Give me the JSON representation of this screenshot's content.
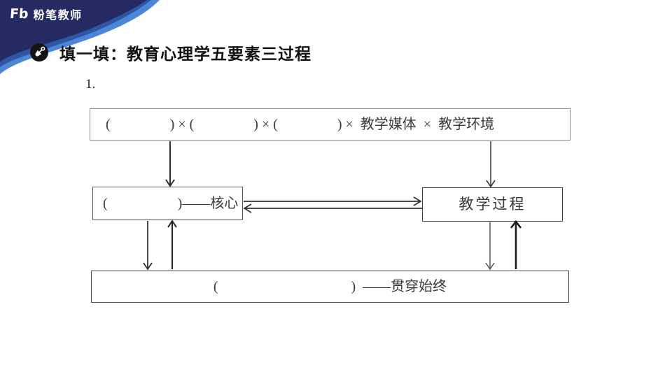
{
  "brand": {
    "logo_mark": "Fb",
    "logo_name": "粉笔教师"
  },
  "header": {
    "title": "填一填：教育心理学五要素三过程"
  },
  "diagram": {
    "item_number": "1.",
    "boxes": {
      "elements": "(                 ) × (                 ) × (                 ) ×  教学媒体  ×  教学环境",
      "core": "(                    )——核心",
      "teaching_process": "教学过程",
      "throughout": "(                                      )  ——贯穿始终"
    },
    "arrows": [
      {
        "name": "elements-to-core",
        "direction": "down"
      },
      {
        "name": "elements-to-process",
        "direction": "down"
      },
      {
        "name": "core-to-process",
        "direction": "right"
      },
      {
        "name": "process-to-core",
        "direction": "left"
      },
      {
        "name": "core-to-throughout",
        "direction": "down"
      },
      {
        "name": "throughout-to-core",
        "direction": "up"
      },
      {
        "name": "process-to-throughout",
        "direction": "down"
      },
      {
        "name": "throughout-to-process",
        "direction": "up"
      }
    ]
  },
  "colors": {
    "brand_navy": "#262a63",
    "brand_mid_blue": "#2f55a4",
    "brand_light_blue": "#4b86d9",
    "icon_circle": "#141414",
    "title_text": "#111111",
    "diagram_text": "#3a3a3a",
    "box_border": "#5f5f5f",
    "arrow": "#333333"
  }
}
